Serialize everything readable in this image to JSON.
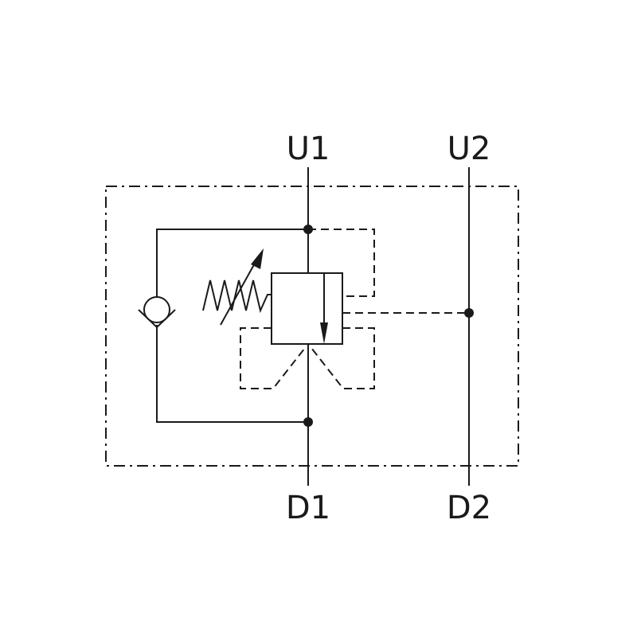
{
  "ports": {
    "u1": "U1",
    "u2": "U2",
    "d1": "D1",
    "d2": "D2"
  },
  "colors": {
    "line": "#1a1a1a",
    "background": "#ffffff"
  }
}
